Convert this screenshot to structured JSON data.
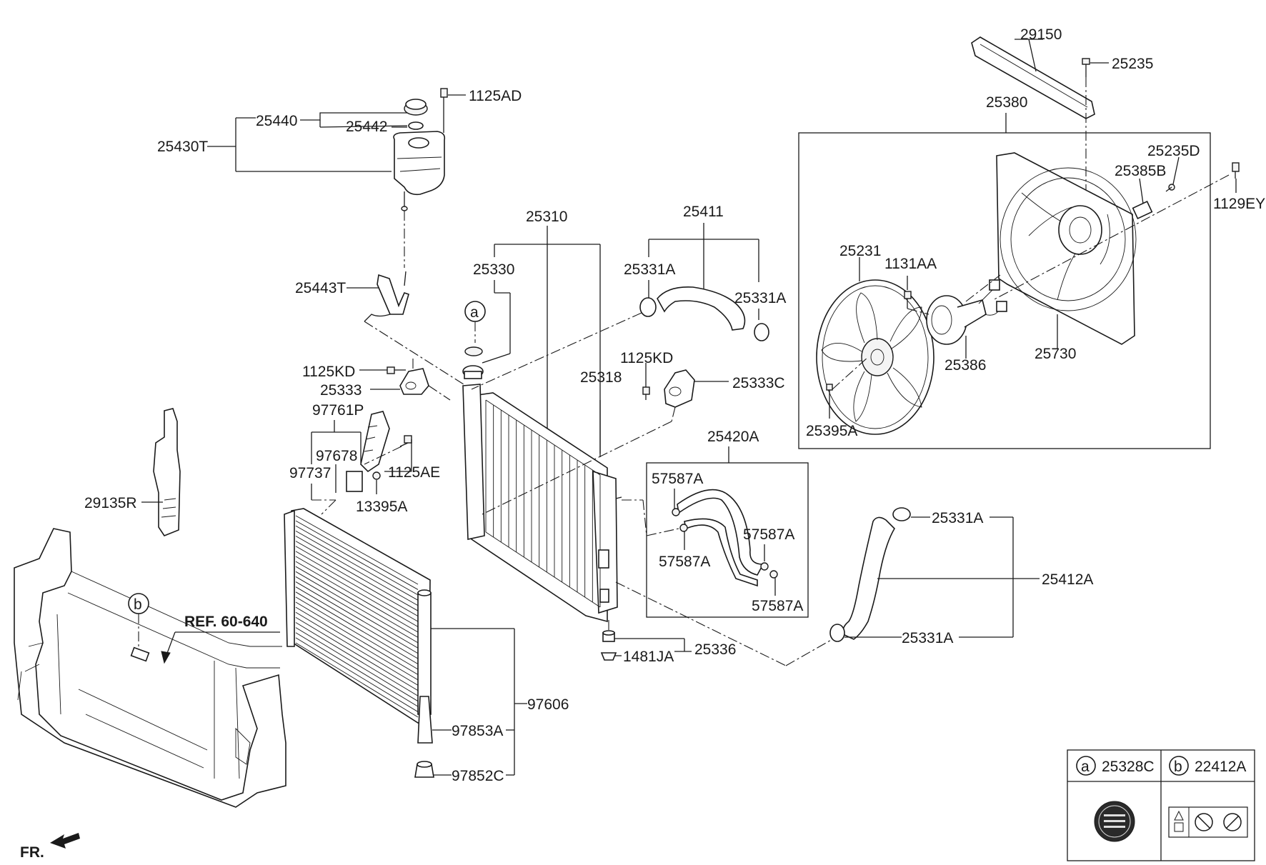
{
  "labels": {
    "p29150": "29150",
    "p25235": "25235",
    "p25380": "25380",
    "p25235D": "25235D",
    "p25385B": "25385B",
    "p1129EY": "1129EY",
    "p25231": "25231",
    "p1131AA": "1131AA",
    "p25386": "25386",
    "p25730": "25730",
    "p25395A": "25395A",
    "p1125AD": "1125AD",
    "p25440": "25440",
    "p25442": "25442",
    "p25430T": "25430T",
    "p25443T": "25443T",
    "p25310": "25310",
    "p25330": "25330",
    "p25411": "25411",
    "p25331A_1": "25331A",
    "p25331A_2": "25331A",
    "p1125KD_1": "1125KD",
    "p25333": "25333",
    "p1125KD_2": "1125KD",
    "p25318": "25318",
    "p25333C": "25333C",
    "p97761P": "97761P",
    "p97678": "97678",
    "p97737": "97737",
    "p1125AE": "1125AE",
    "p13395A": "13395A",
    "p29135R": "29135R",
    "p25420A": "25420A",
    "p57587A_1": "57587A",
    "p57587A_2": "57587A",
    "p57587A_3": "57587A",
    "p57587A_4": "57587A",
    "p25331A_3": "25331A",
    "p25412A": "25412A",
    "p25331A_4": "25331A",
    "p25336": "25336",
    "p1481JA": "1481JA",
    "p97606": "97606",
    "p97853A": "97853A",
    "p97852C": "97852C",
    "ref": "REF. 60-640",
    "fr": "FR.",
    "callout_a": "a",
    "callout_b": "b"
  },
  "legend": {
    "a_letter": "a",
    "a_part": "25328C",
    "b_letter": "b",
    "b_part": "22412A"
  }
}
